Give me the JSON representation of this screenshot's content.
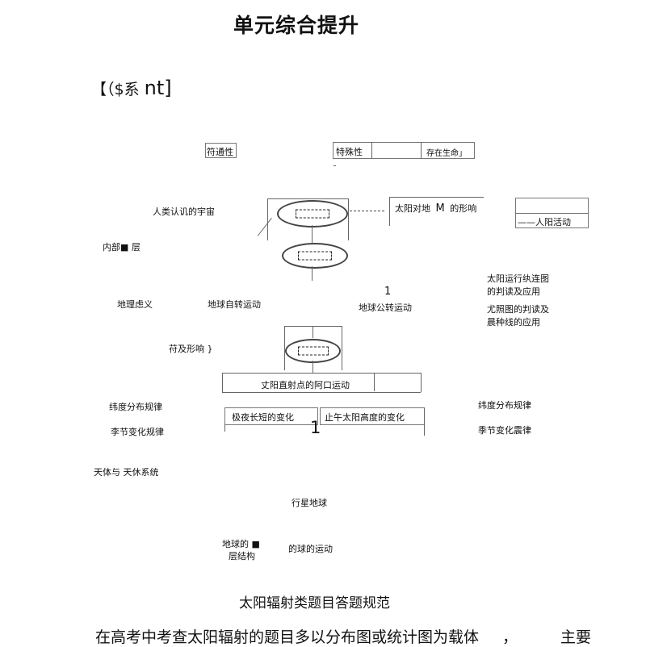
{
  "page_title": "单元综合提升",
  "section_header": {
    "prefix": "【（$系",
    "suffix": "nt]"
  },
  "diagram": {
    "fuhe": "符通性",
    "teshu": "特殊性",
    "cunzai": "存在生命」",
    "renlei": "人类认讥的宇宙",
    "taiyang_dui": "太阳对地",
    "taiyang_m": "M",
    "taiyang_ying": "的形响",
    "taiyang_huodong": "——人阳活动",
    "neibu": "内部■ 层",
    "yunxing": "太阳运行纨连图",
    "panduyy": "的判读及应用",
    "yizhi": "1",
    "dili": "地理虑义",
    "zizhuan": "地球自转运动",
    "gongzhuan": "地球公转运动",
    "youzhao": "尤照图的判读及",
    "chenhun": "晨种线的应用",
    "fu_ji": "苻及形响 }",
    "zhishe": "丈阳直射点的阿口运动",
    "weidu_l": "纬度分布规律",
    "weidu_r": "纬度分布规律",
    "jiye": "极夜长短的变化",
    "zhengwu": "止午太阳高度的变化",
    "yi_big": "1",
    "jijie_l": "李节变化规律",
    "jijie_r": "季节变化震律",
    "tianti": "天体与  天休系统",
    "xingxing": "行星地球",
    "diqiu_de": "地球的 ■",
    "ceng_jiegou": "层结构",
    "de_qiu": "的球的运动"
  },
  "subheading": "太阳辐射类题目答题规范",
  "paragraph": {
    "main": "在高考中考查太阳辐射的题目多以分布图或统计图为载体",
    "comma": "，",
    "tail": "主要"
  }
}
